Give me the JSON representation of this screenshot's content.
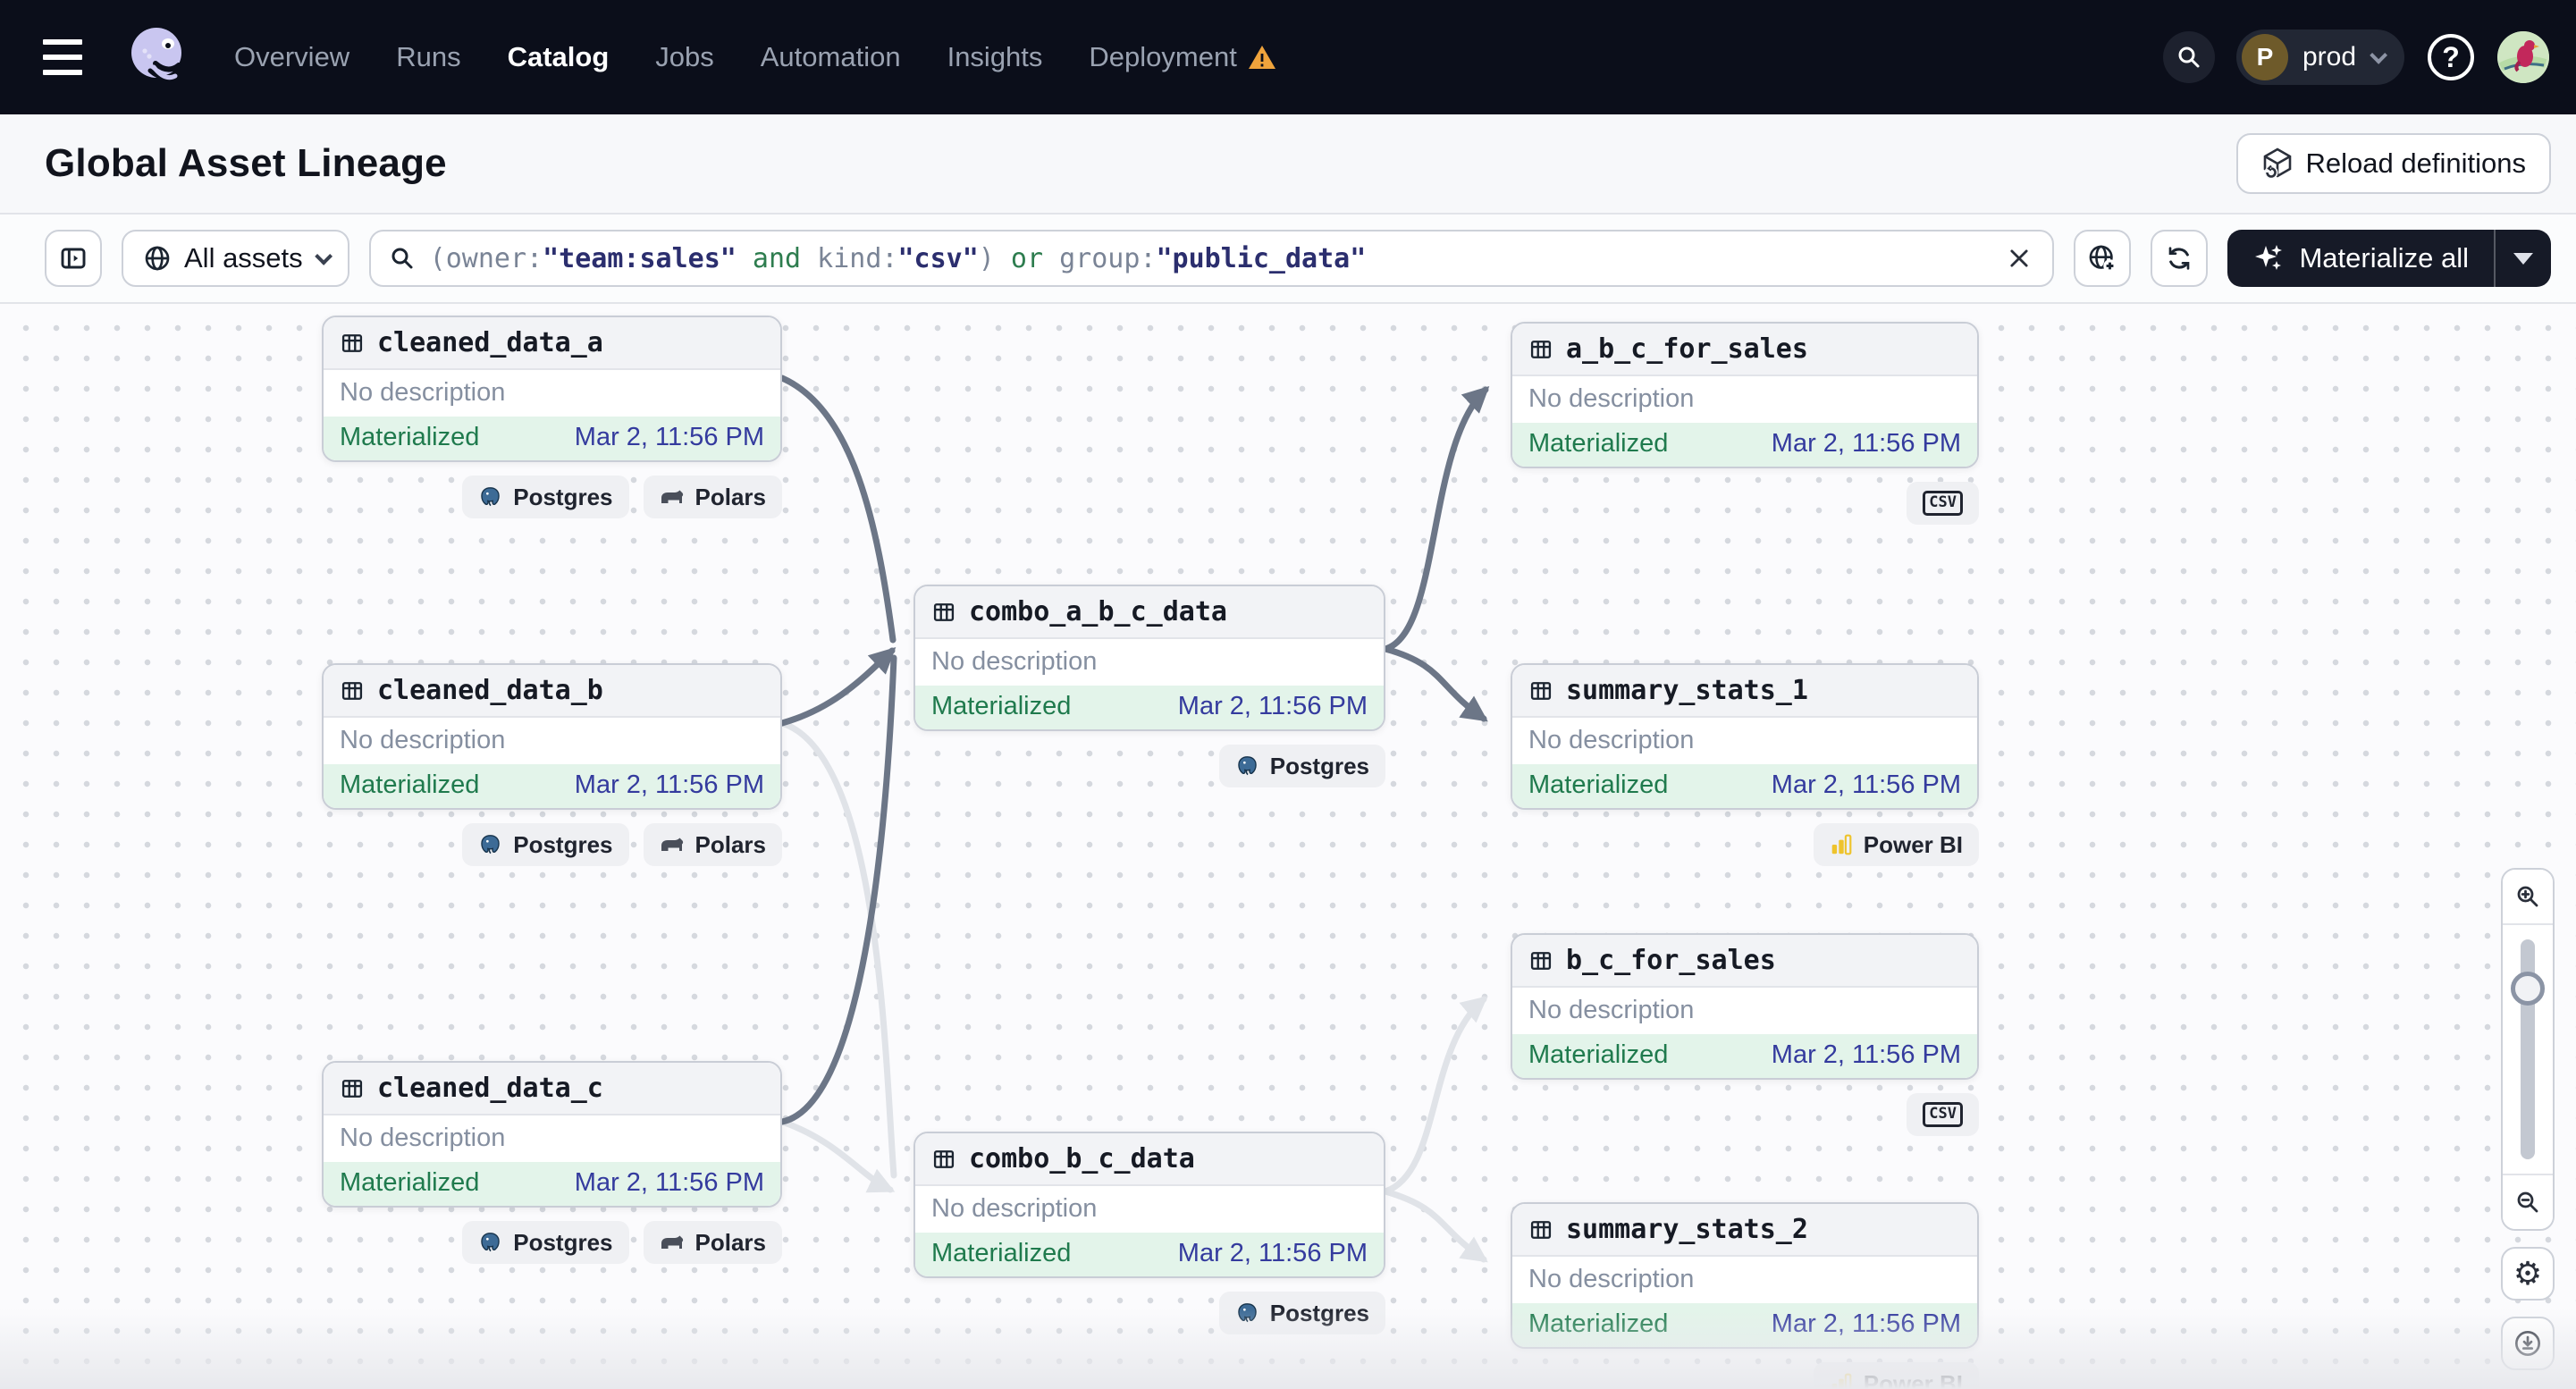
{
  "nav": {
    "items": [
      {
        "label": "Overview"
      },
      {
        "label": "Runs"
      },
      {
        "label": "Catalog"
      },
      {
        "label": "Jobs"
      },
      {
        "label": "Automation"
      },
      {
        "label": "Insights"
      },
      {
        "label": "Deployment"
      }
    ],
    "active_item": "Catalog",
    "environment": {
      "initial": "P",
      "name": "prod"
    }
  },
  "header": {
    "title": "Global Asset Lineage",
    "reload_button_label": "Reload definitions"
  },
  "toolbar": {
    "scope_button_label": "All assets",
    "search": {
      "query_full": "(owner:\"team:sales\" and kind:\"csv\") or group:\"public_data\"",
      "segments": [
        {
          "text": "(owner:",
          "type": "key"
        },
        {
          "text": "\"team:sales\"",
          "type": "val"
        },
        {
          "text": " and ",
          "type": "op"
        },
        {
          "text": "kind:",
          "type": "key"
        },
        {
          "text": "\"csv\"",
          "type": "val"
        },
        {
          "text": ")",
          "type": "key"
        },
        {
          "text": " or ",
          "type": "op"
        },
        {
          "text": "group:",
          "type": "key"
        },
        {
          "text": "\"public_data\"",
          "type": "val"
        }
      ]
    },
    "materialize_button_label": "Materialize all"
  },
  "icons": {
    "csv_label": "CSV"
  },
  "graph": {
    "nodes": [
      {
        "name": "cleaned_data_a",
        "description": "No description",
        "status": "Materialized",
        "timestamp": "Mar 2, 11:56 PM",
        "kinds": [
          "Postgres",
          "Polars"
        ]
      },
      {
        "name": "cleaned_data_b",
        "description": "No description",
        "status": "Materialized",
        "timestamp": "Mar 2, 11:56 PM",
        "kinds": [
          "Postgres",
          "Polars"
        ]
      },
      {
        "name": "cleaned_data_c",
        "description": "No description",
        "status": "Materialized",
        "timestamp": "Mar 2, 11:56 PM",
        "kinds": [
          "Postgres",
          "Polars"
        ]
      },
      {
        "name": "combo_a_b_c_data",
        "description": "No description",
        "status": "Materialized",
        "timestamp": "Mar 2, 11:56 PM",
        "kinds": [
          "Postgres"
        ]
      },
      {
        "name": "combo_b_c_data",
        "description": "No description",
        "status": "Materialized",
        "timestamp": "Mar 2, 11:56 PM",
        "kinds": [
          "Postgres"
        ]
      },
      {
        "name": "a_b_c_for_sales",
        "description": "No description",
        "status": "Materialized",
        "timestamp": "Mar 2, 11:56 PM",
        "kinds": [
          "csv"
        ]
      },
      {
        "name": "summary_stats_1",
        "description": "No description",
        "status": "Materialized",
        "timestamp": "Mar 2, 11:56 PM",
        "kinds": [
          "Power BI"
        ]
      },
      {
        "name": "b_c_for_sales",
        "description": "No description",
        "status": "Materialized",
        "timestamp": "Mar 2, 11:56 PM",
        "kinds": [
          "csv"
        ]
      },
      {
        "name": "summary_stats_2",
        "description": "No description",
        "status": "Materialized",
        "timestamp": "Mar 2, 11:56 PM",
        "kinds": [
          "Power BI"
        ]
      }
    ],
    "edges": [
      {
        "source": "cleaned_data_a",
        "target": "combo_a_b_c_data",
        "emphasized": true
      },
      {
        "source": "cleaned_data_b",
        "target": "combo_a_b_c_data",
        "emphasized": true
      },
      {
        "source": "cleaned_data_c",
        "target": "combo_a_b_c_data",
        "emphasized": true
      },
      {
        "source": "combo_a_b_c_data",
        "target": "a_b_c_for_sales",
        "emphasized": true
      },
      {
        "source": "combo_a_b_c_data",
        "target": "summary_stats_1",
        "emphasized": true
      },
      {
        "source": "cleaned_data_b",
        "target": "combo_b_c_data",
        "emphasized": false
      },
      {
        "source": "cleaned_data_c",
        "target": "combo_b_c_data",
        "emphasized": false
      },
      {
        "source": "combo_b_c_data",
        "target": "b_c_for_sales",
        "emphasized": false
      },
      {
        "source": "combo_b_c_data",
        "target": "summary_stats_2",
        "emphasized": false
      }
    ]
  },
  "colors": {
    "status_green": "#1f7a4d",
    "timestamp_blue": "#343b9e",
    "warning_amber": "#efa33c",
    "edge_emphasized": "#6c7687",
    "edge_default": "#e0e3e8"
  }
}
